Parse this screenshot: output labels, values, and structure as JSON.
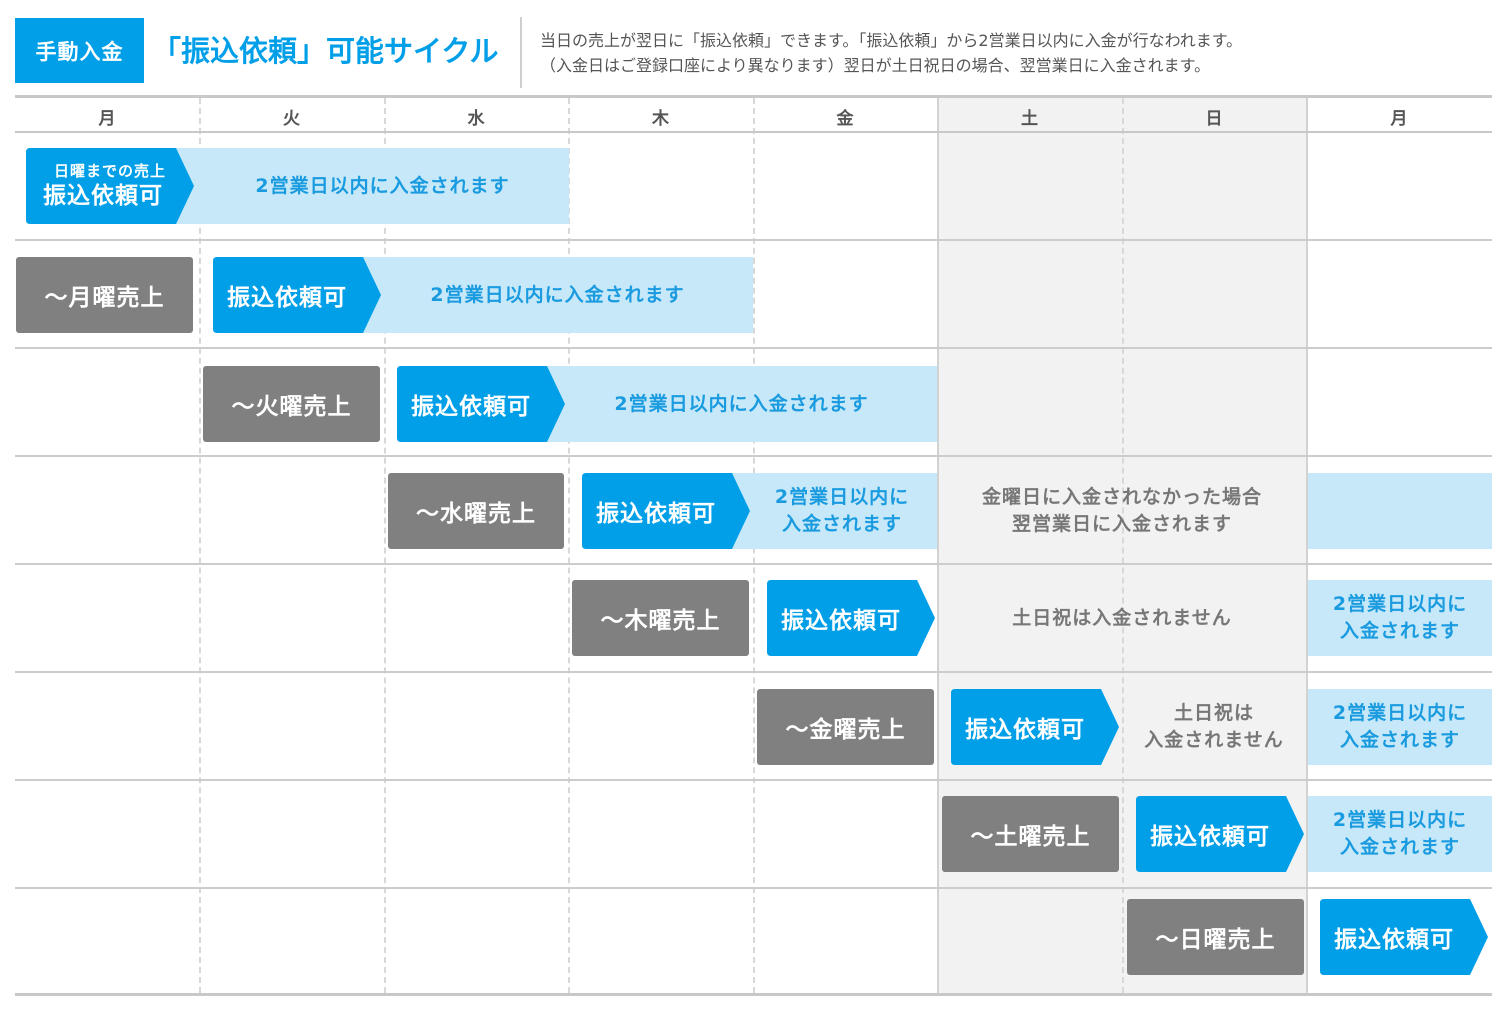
{
  "header": {
    "badge": "手動入金",
    "title": "「振込依頼」可能サイクル",
    "desc_line1": "当日の売上が翌日に「振込依頼」できます。「振込依頼」から2営業日以内に入金が行なわれます。",
    "desc_line2": "（入金日はご登録口座により異なります）翌日が土日祝日の場合、翌営業日に入金されます。"
  },
  "days": [
    "月",
    "火",
    "水",
    "木",
    "金",
    "土",
    "日",
    "月"
  ],
  "labels": {
    "sunday_small": "日曜までの売上",
    "request": "振込依頼可",
    "within2": "2営業日以内に入金されます",
    "within2_l1": "2営業日以内に",
    "within2_l2": "入金されます",
    "sales_mon": "～月曜売上",
    "sales_tue": "～火曜売上",
    "sales_wed": "～水曜売上",
    "sales_thu": "～木曜売上",
    "sales_fri": "～金曜売上",
    "sales_sat": "～土曜売上",
    "sales_sun": "～日曜売上",
    "fri_note_l1": "金曜日に入金されなかった場合",
    "fri_note_l2": "翌営業日に入金されます",
    "holiday_note": "土日祝は入金されません",
    "holiday_l1": "土日祝は",
    "holiday_l2": "入金されません"
  },
  "colors": {
    "accent_blue": "#009fe8",
    "light_blue": "#c6e8f8",
    "gray_box": "#808080",
    "weekend_bg": "#f2f2f2"
  }
}
